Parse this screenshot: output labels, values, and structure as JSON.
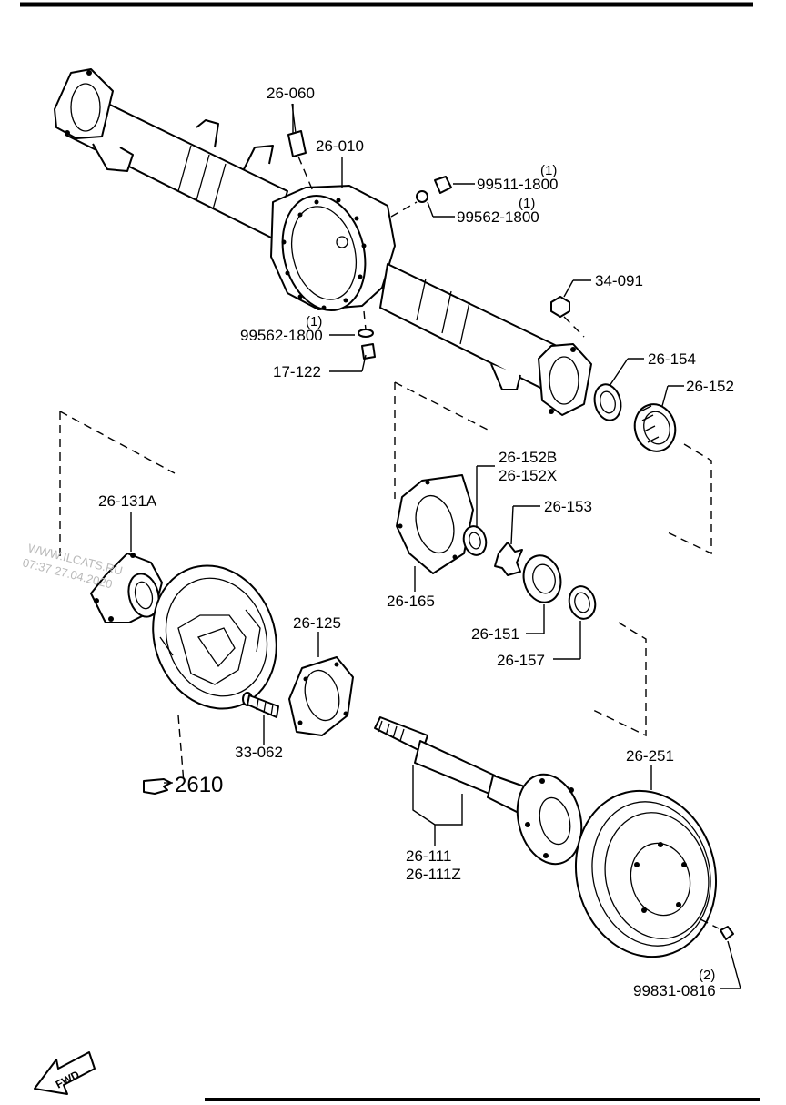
{
  "parts": [
    {
      "id": "p-26060",
      "label": "26-060"
    },
    {
      "id": "p-26010",
      "label": "26-010"
    },
    {
      "id": "p-99511",
      "label": "99511-1800",
      "qty": "(1)"
    },
    {
      "id": "p-99562a",
      "label": "99562-1800",
      "qty": "(1)"
    },
    {
      "id": "p-34091",
      "label": "34-091"
    },
    {
      "id": "p-99562b",
      "label": "99562-1800",
      "qty": "(1)"
    },
    {
      "id": "p-17122",
      "label": "17-122"
    },
    {
      "id": "p-26154",
      "label": "26-154"
    },
    {
      "id": "p-26152",
      "label": "26-152"
    },
    {
      "id": "p-26152b",
      "label": "26-152B"
    },
    {
      "id": "p-26152x",
      "label": "26-152X"
    },
    {
      "id": "p-26153",
      "label": "26-153"
    },
    {
      "id": "p-26131a",
      "label": "26-131A"
    },
    {
      "id": "p-26165",
      "label": "26-165"
    },
    {
      "id": "p-26125",
      "label": "26-125"
    },
    {
      "id": "p-26151",
      "label": "26-151"
    },
    {
      "id": "p-26157",
      "label": "26-157"
    },
    {
      "id": "p-33062",
      "label": "33-062"
    },
    {
      "id": "p-26251",
      "label": "26-251"
    },
    {
      "id": "p-26111",
      "label": "26-111"
    },
    {
      "id": "p-26111z",
      "label": "26-111Z"
    },
    {
      "id": "p-99831",
      "label": "99831-0816",
      "qty": "(2)"
    }
  ],
  "reference": {
    "label": "2610",
    "icon": "pointing-hand-icon"
  },
  "fwd": {
    "label": "FWD",
    "icon": "forward-arrow-icon"
  },
  "watermark": {
    "line1": "WWW.ILCATS.RU",
    "line2": "07:37 27.04.2020"
  }
}
